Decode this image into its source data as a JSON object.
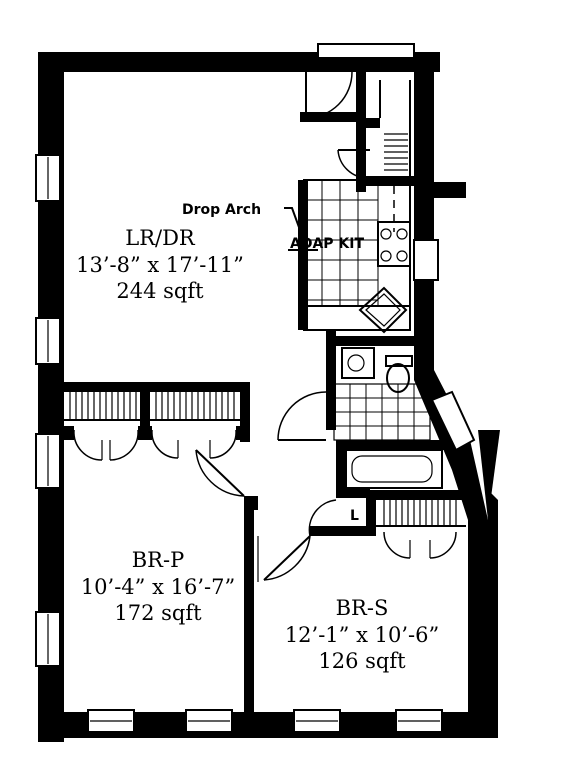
{
  "rooms": {
    "lr_dr": {
      "name": "LR/DR",
      "dims": "13’-8” x 17’-11”",
      "area": "244 sqft"
    },
    "br_p": {
      "name": "BR-P",
      "dims": "10’-4” x 16’-7”",
      "area": "172 sqft"
    },
    "br_s": {
      "name": "BR-S",
      "dims": "12’-1” x 10’-6”",
      "area": "126 sqft"
    }
  },
  "annotations": {
    "drop_arch": "Drop Arch",
    "kitchen": "ADAP KIT",
    "linen": "L"
  }
}
